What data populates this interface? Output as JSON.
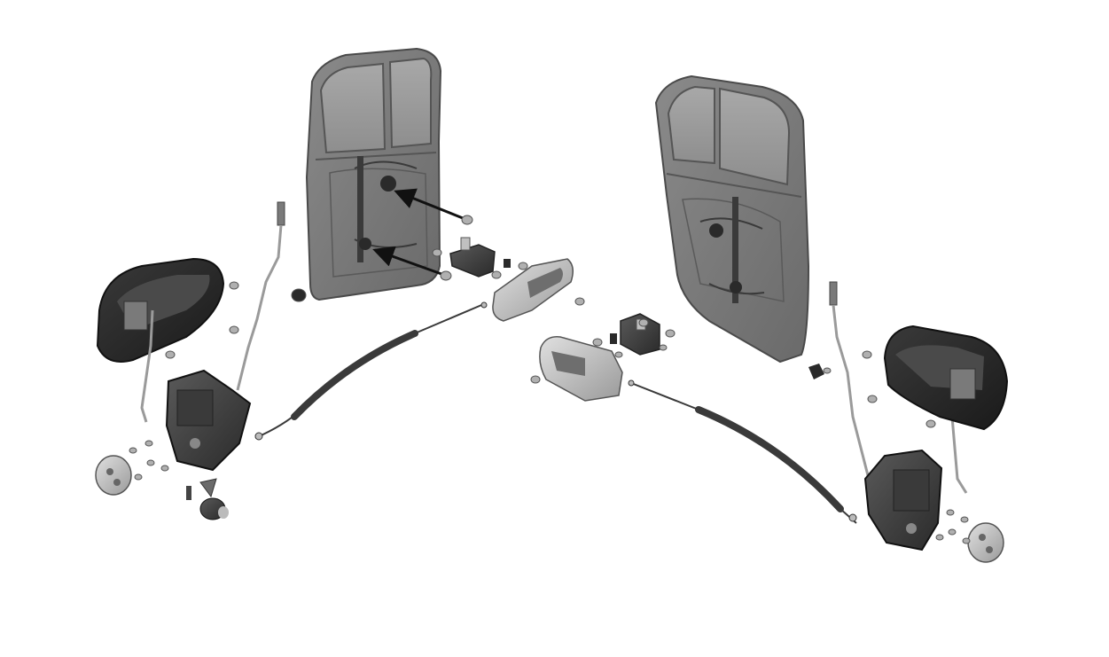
{
  "diagram": {
    "kind": "exploded-view",
    "colors": {
      "background": "#ffffff",
      "door_panel": "#7a7a7a",
      "door_edge": "#4a4a4a",
      "glass": "#9e9e9e",
      "handle_dark": "#2b2b2b",
      "part_mid": "#8c8c8c",
      "part_light": "#c8c8c8",
      "cable": "#3a3a3a",
      "arrow": "#111111"
    },
    "assemblies": [
      {
        "side": "left-door",
        "parts": [
          "door-panel",
          "window-regulator",
          "outer-handle",
          "inner-handle",
          "handle-bracket",
          "door-lock",
          "release-cable",
          "lock-rod",
          "striker-plate",
          "lock-cylinder",
          "bolts"
        ]
      },
      {
        "side": "right-door",
        "parts": [
          "door-panel",
          "window-regulator",
          "outer-handle",
          "inner-handle",
          "handle-bracket",
          "door-lock",
          "release-cable",
          "lock-rod",
          "striker-plate",
          "bolts"
        ]
      }
    ]
  }
}
